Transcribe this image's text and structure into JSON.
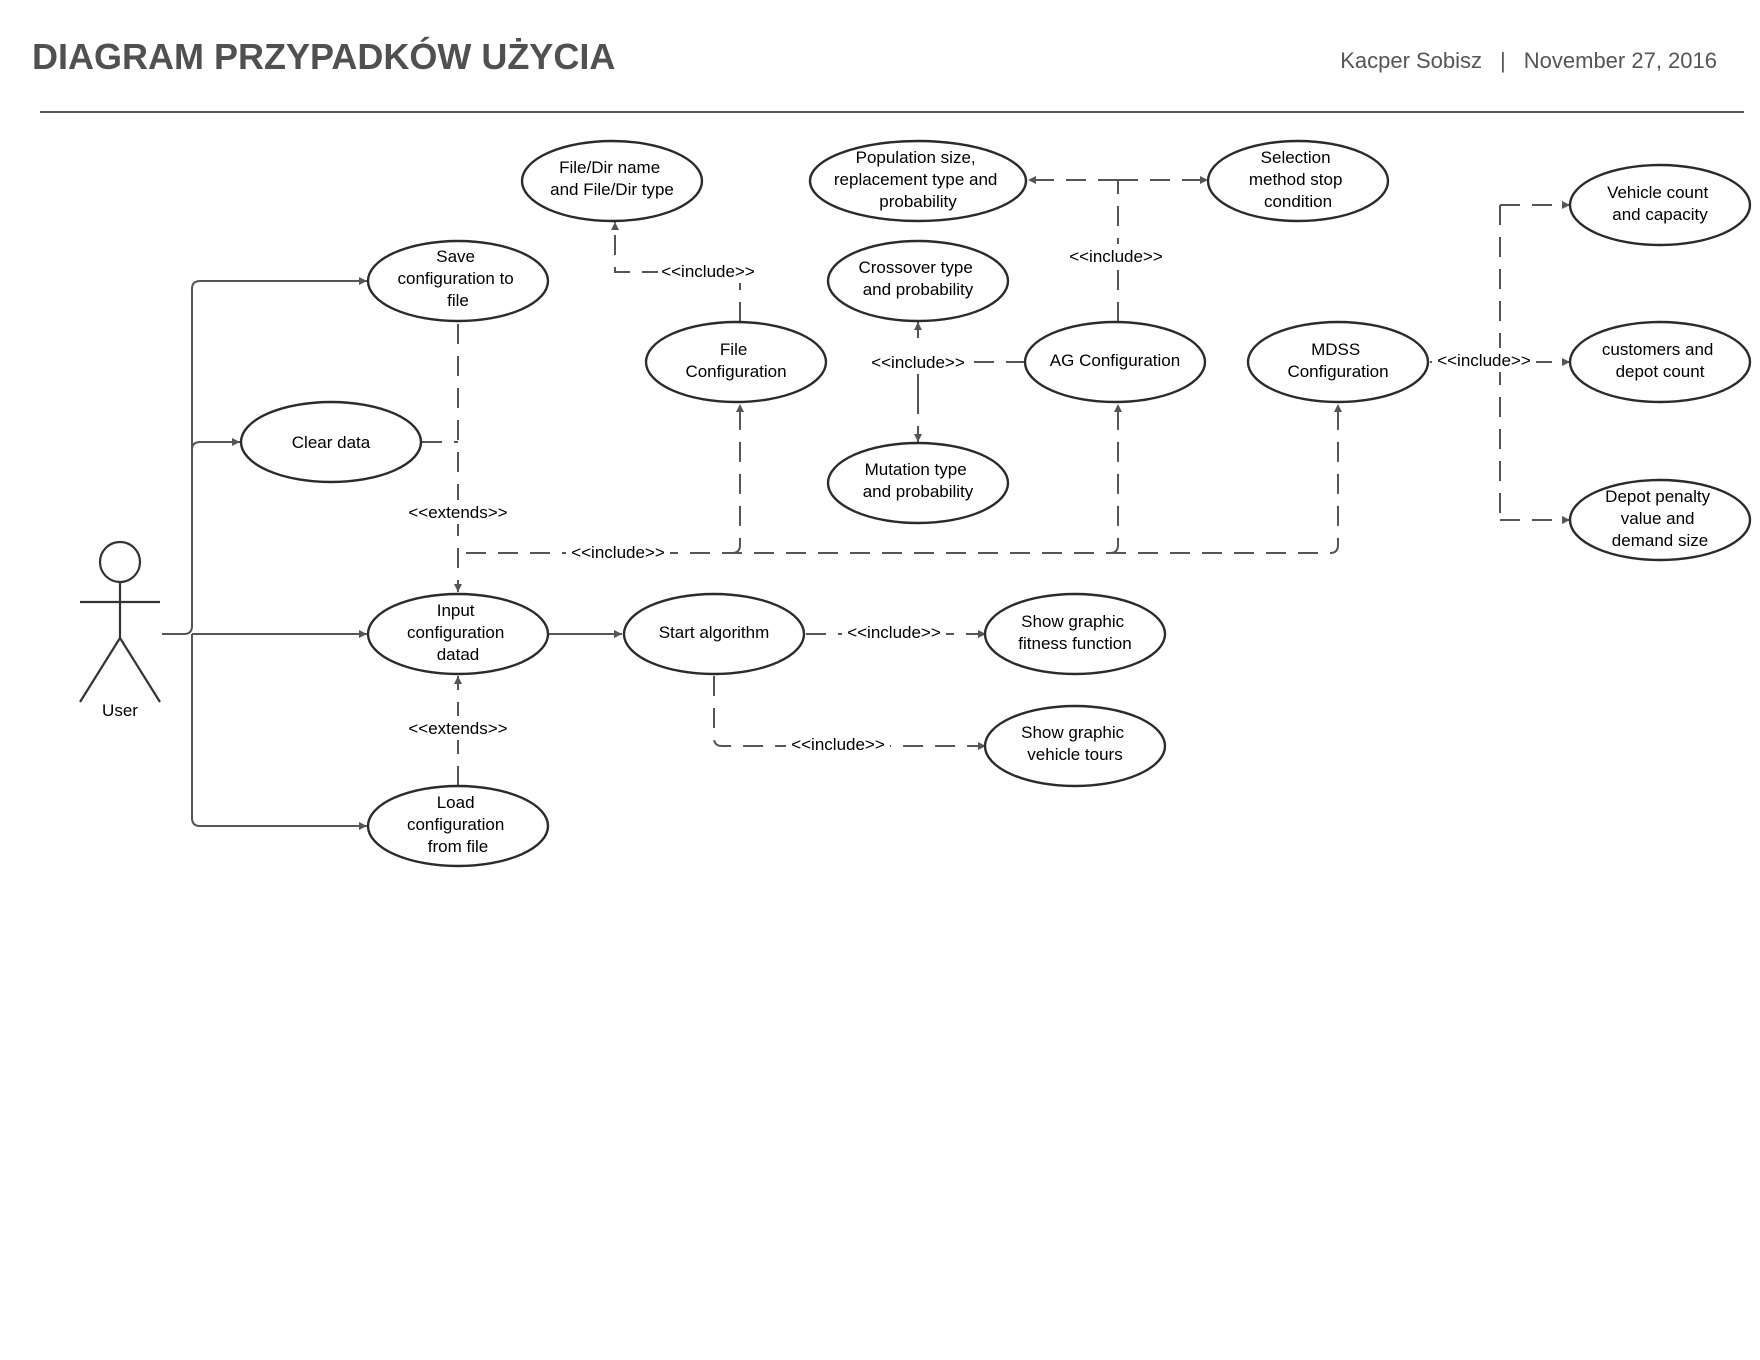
{
  "header": {
    "title": "DIAGRAM PRZYPADKÓW UŻYCIA",
    "author": "Kacper Sobisz",
    "separator": "|",
    "date": "November 27, 2016"
  },
  "actor": {
    "label": "User"
  },
  "use_cases": {
    "save_config": [
      "Save",
      "configuration to",
      "file"
    ],
    "clear_data": [
      "Clear data"
    ],
    "input_config": [
      "Input",
      "configuration",
      "datad"
    ],
    "load_config": [
      "Load",
      "configuration",
      "from file"
    ],
    "start_algorithm": [
      "Start algorithm"
    ],
    "show_fitness": [
      "Show graphic",
      "fitness function"
    ],
    "show_tours": [
      "Show graphic",
      "vehicle tours"
    ],
    "file_config": [
      "File",
      "Configuration"
    ],
    "file_dir": [
      "File/Dir name",
      "and File/Dir type"
    ],
    "ag_config": [
      "AG Configuration"
    ],
    "crossover": [
      "Crossover type",
      "and probability"
    ],
    "mutation": [
      "Mutation type",
      "and probability"
    ],
    "population": [
      "Population size,",
      "replacement type and",
      "probability"
    ],
    "selection": [
      "Selection",
      "method stop",
      "condition"
    ],
    "mdss_config": [
      "MDSS",
      "Configuration"
    ],
    "vehicle_count": [
      "Vehicle count",
      "and capacity"
    ],
    "customers": [
      "customers and",
      "depot count"
    ],
    "depot_penalty": [
      "Depot penalty",
      "value and",
      "demand size"
    ]
  },
  "relations": {
    "include": "<<include>>",
    "extends": "<<extends>>"
  }
}
